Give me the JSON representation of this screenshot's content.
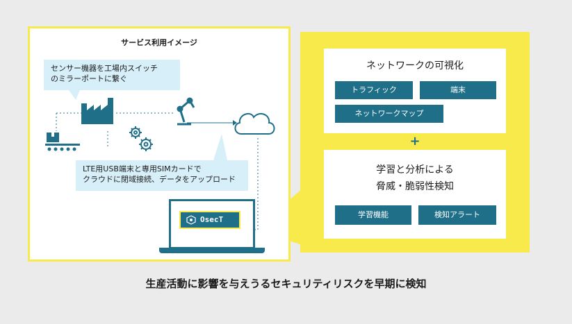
{
  "left": {
    "title": "サービス利用イメージ",
    "callout_top": [
      "センサー機器を工場内スイッチ",
      "のミラーポートに繋ぐ"
    ],
    "callout_bottom": [
      "LTE用USB端末と専用SIMカードで",
      "クラウドに閉域接続、データをアップロード"
    ],
    "product": "OsecT"
  },
  "right": {
    "box1": {
      "heading": "ネットワークの可視化",
      "tags": [
        "トラフィック",
        "端末",
        "ネットワークマップ"
      ]
    },
    "plus": "+",
    "box2": {
      "heading_lines": [
        "学習と分析による",
        "脅威・脆弱性検知"
      ],
      "tags": [
        "学習機能",
        "検知アラート"
      ]
    }
  },
  "caption": "生産活動に影響を与えうるセキュリティリスクを早期に検知",
  "colors": {
    "accent_yellow": "#f7ea4a",
    "teal": "#1f6f89",
    "callout_bg": "#d7eff8"
  },
  "icons": [
    "factory-icon",
    "robot-arm-icon",
    "gear-icon",
    "conveyor-icon",
    "cloud-icon",
    "laptop-icon",
    "osect-logo-icon"
  ]
}
